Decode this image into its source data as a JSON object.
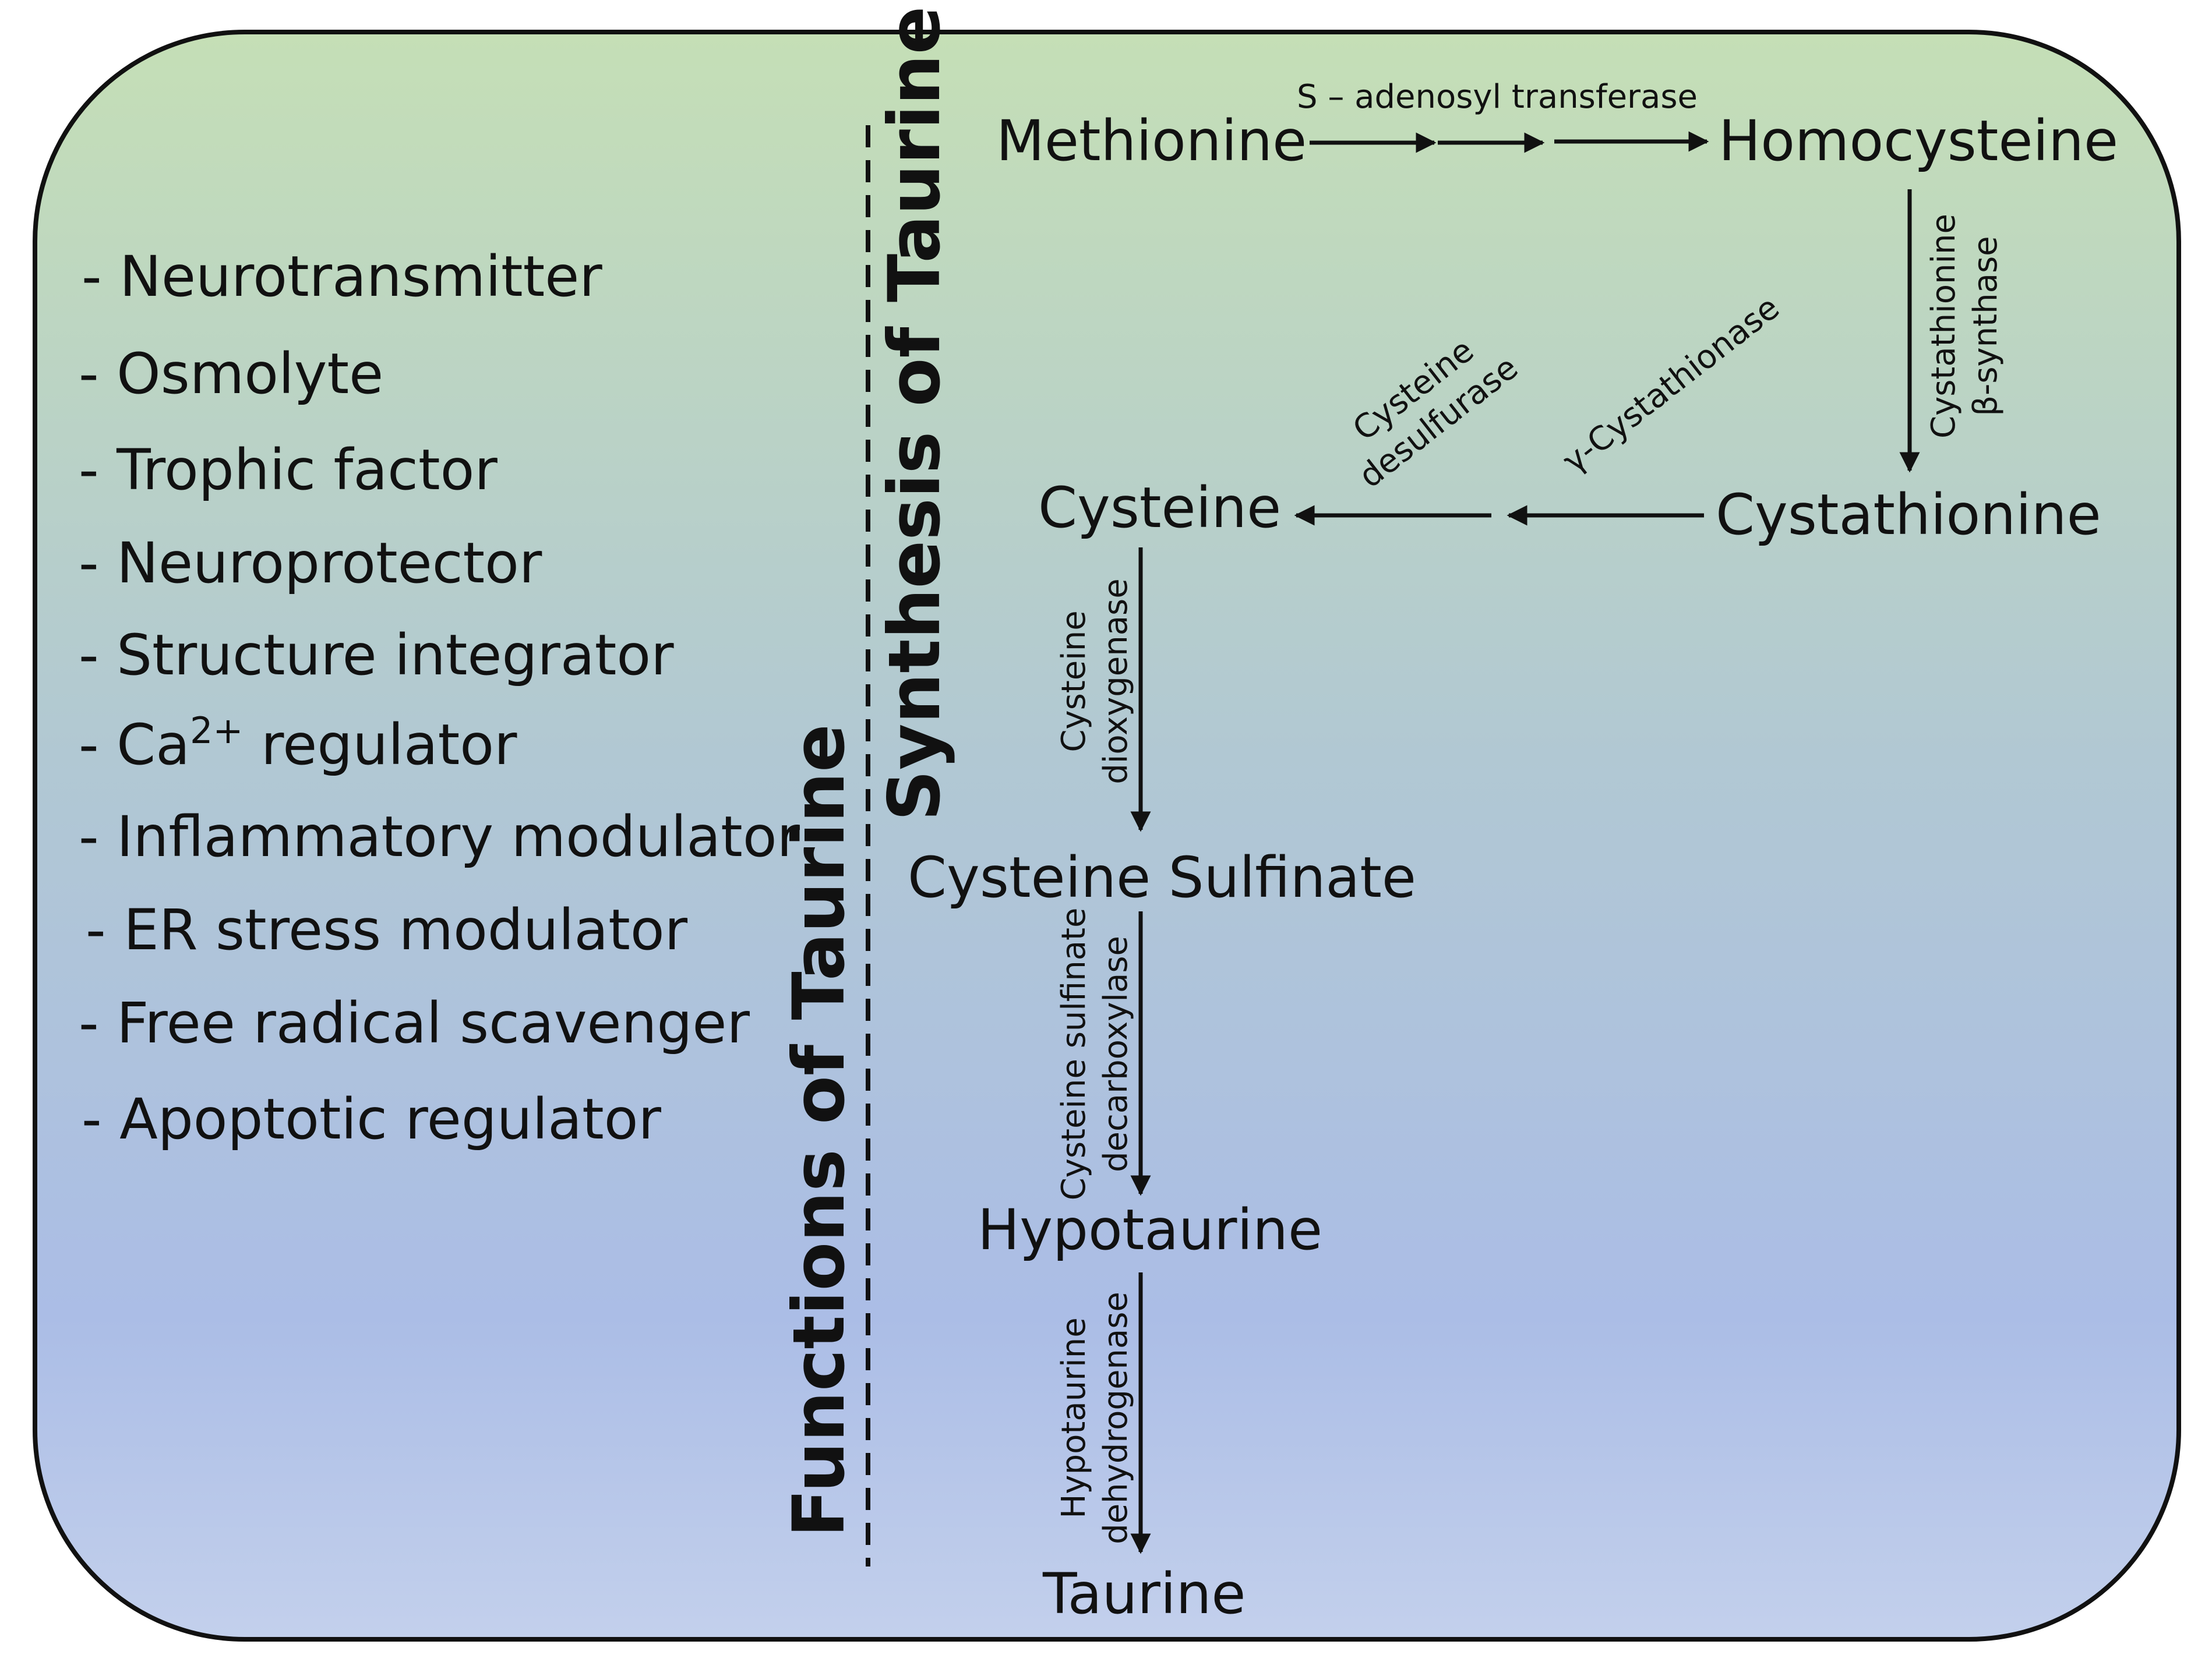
{
  "functions": {
    "title": "Functions of Taurine",
    "items": [
      "- Neurotransmitter",
      "- Osmolyte",
      "- Trophic factor",
      "- Neuroprotector",
      "- Structure integrator",
      "- Ca",
      "- Inflammatory modulator",
      "- ER stress modulator",
      "- Free radical scavenger",
      "- Apoptotic regulator"
    ],
    "ca_superscript": "2+",
    "ca_suffix": " regulator"
  },
  "synthesis": {
    "title": "Synthesis of Taurine",
    "nodes": {
      "methionine": "Methionine",
      "homocysteine": "Homocysteine",
      "cystathionine": "Cystathionine",
      "cysteine": "Cysteine",
      "cysteine_sulfinate": "Cysteine Sulfinate",
      "hypotaurine": "Hypotaurine",
      "taurine": "Taurine"
    },
    "enzymes": {
      "s_adenosyl": "S – adenosyl transferase",
      "cbs_1": "Cystathionine",
      "cbs_2": "β-synthase",
      "gamma": "γ-Cystathionase",
      "desulf_1": "Cysteine",
      "desulf_2": "desulfurase",
      "cdo_1": "Cysteine",
      "cdo_2": "dioxygenase",
      "csd_1": "Cysteine sulfinate",
      "csd_2": "decarboxylase",
      "hdh_1": "Hypotaurine",
      "hdh_2": "dehydrogenase"
    }
  },
  "colors": {
    "gradient_top": "#c5dfb6",
    "gradient_mid": "#b1c8d3",
    "gradient_low": "#abbde6",
    "gradient_bottom": "#c3d0ec",
    "stroke": "#111111"
  }
}
